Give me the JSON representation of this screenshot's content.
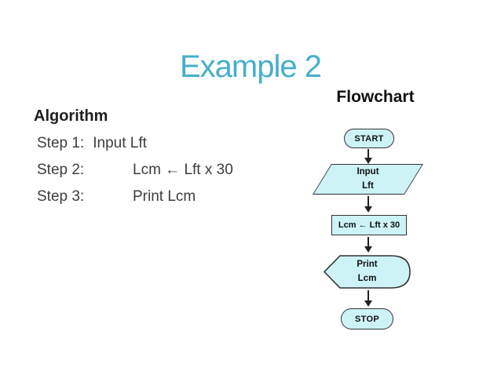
{
  "slide": {
    "title": "Example 2"
  },
  "colors": {
    "title": "#47AECB",
    "shape_fill": "#CDF3F7",
    "shape_border": "#333333",
    "connector": "#222222"
  },
  "algorithm": {
    "heading": "Algorithm",
    "steps": [
      {
        "label": "Step 1:",
        "text": "Input Lft"
      },
      {
        "label": "Step 2:",
        "text": "Lcm ← Lft x 30"
      },
      {
        "label": "Step 3:",
        "text": "Print Lcm"
      }
    ]
  },
  "flowchart": {
    "heading": "Flowchart",
    "nodes": [
      {
        "type": "terminator",
        "label": "START"
      },
      {
        "type": "input",
        "label_lines": [
          "Input",
          "Lft"
        ]
      },
      {
        "type": "process",
        "label": "Lcm ← Lft x 30"
      },
      {
        "type": "display",
        "label_lines": [
          "Print",
          "Lcm"
        ]
      },
      {
        "type": "terminator",
        "label": "STOP"
      }
    ]
  }
}
